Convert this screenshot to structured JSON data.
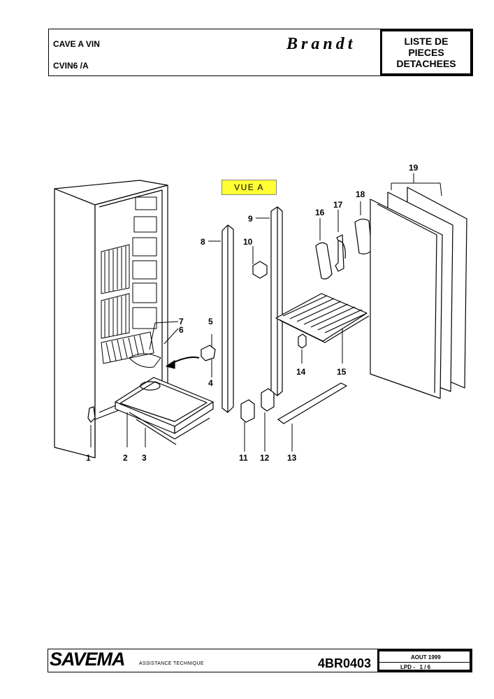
{
  "header": {
    "product": "CAVE A VIN",
    "model": "CVIN6 /A",
    "brand": "Brandt",
    "title_lines": [
      "LISTE DE",
      "PIECES",
      "DETACHEES"
    ]
  },
  "diagram": {
    "view_label": "VUE A",
    "callouts": [
      "1",
      "2",
      "3",
      "4",
      "5",
      "6",
      "7",
      "8",
      "9",
      "10",
      "11",
      "12",
      "13",
      "14",
      "15",
      "16",
      "17",
      "18",
      "19"
    ]
  },
  "footer": {
    "company": "SAVEMA",
    "department": "ASSISTANCE TECHNIQUE",
    "document_code": "4BR0403",
    "date": "AOUT 1999",
    "page": "LPD -   1 / 6"
  }
}
